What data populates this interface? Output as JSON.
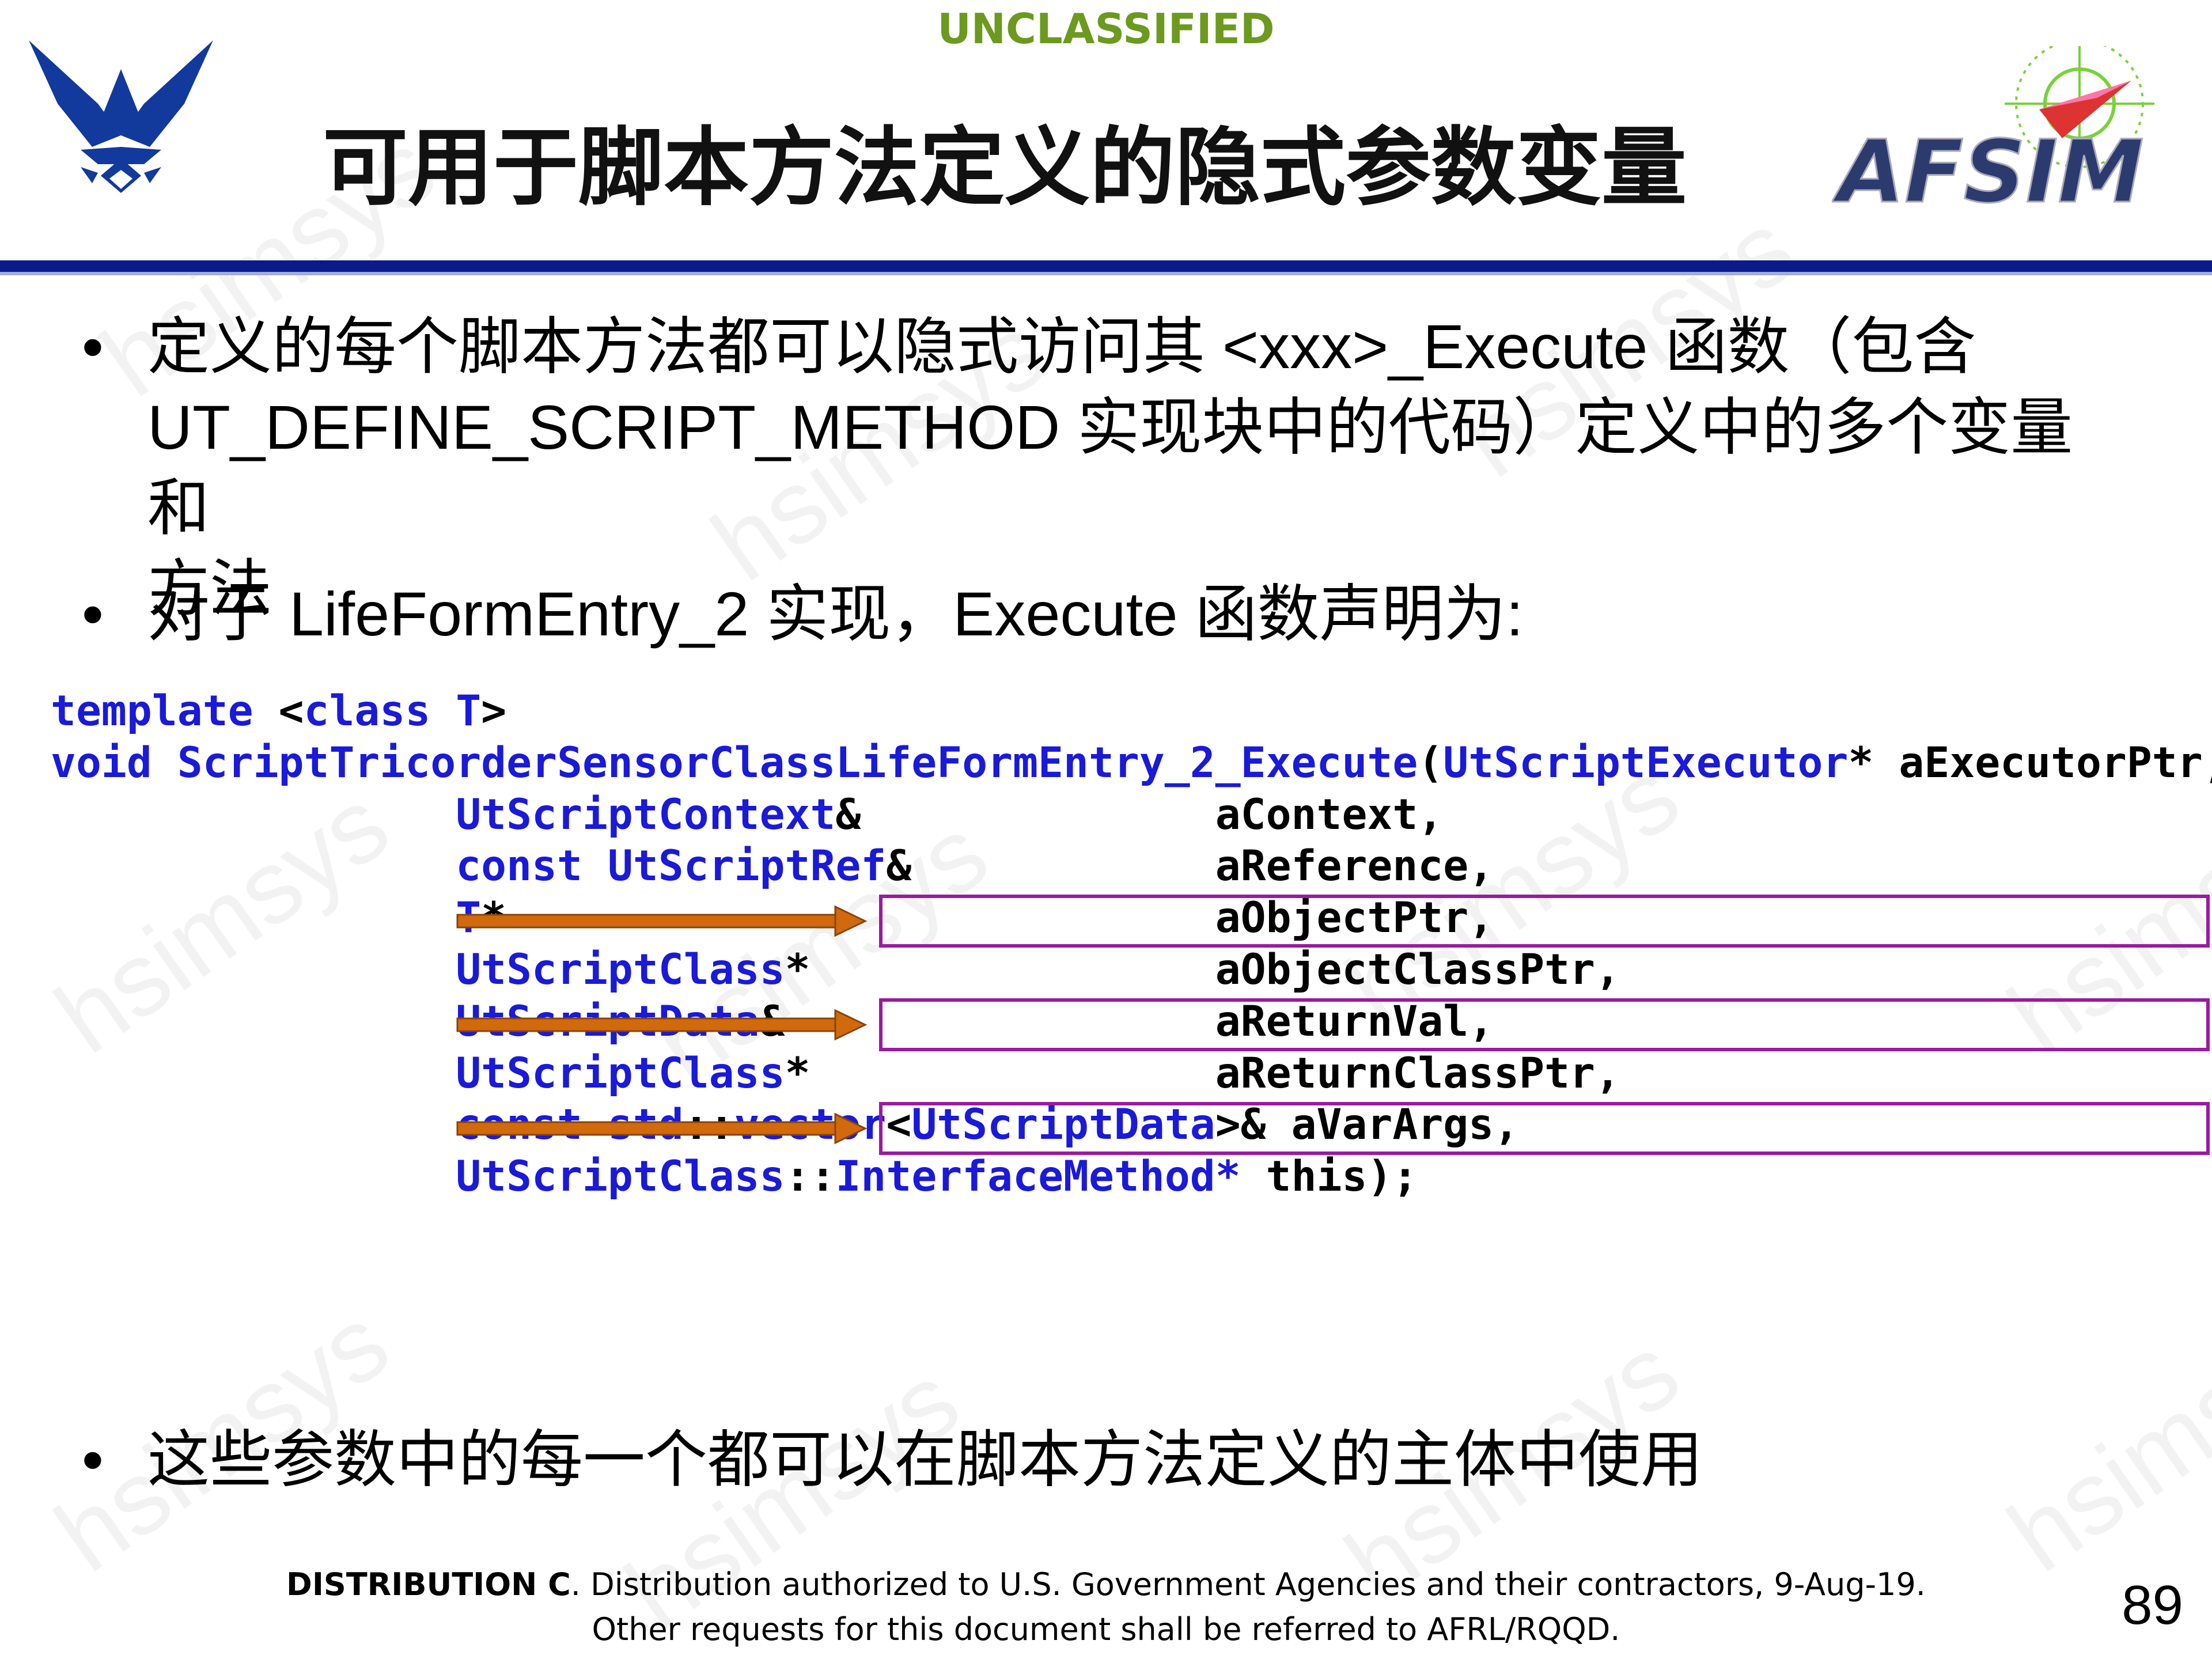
{
  "header": {
    "classification": "UNCLASSIFIED",
    "title": "可用于脚本方法定义的隐式参数变量",
    "logo_left": "air-force-wings-logo",
    "logo_right": "AFSIM"
  },
  "bullets": [
    {
      "lines": [
        "定义的每个脚本方法都可以隐式访问其 <xxx>_Execute 函数（包含",
        "UT_DEFINE_SCRIPT_METHOD 实现块中的代码）定义中的多个变量和",
        "方法"
      ]
    },
    {
      "lines": [
        "对于 LifeFormEntry_2 实现，Execute 函数声明为:"
      ]
    },
    {
      "lines": [
        "这些参数中的每一个都可以在脚本方法定义的主体中使用"
      ]
    }
  ],
  "code": {
    "line1": {
      "kw1": "template",
      "p1": " <",
      "kw2": "class",
      "p2": " ",
      "kw3": "T",
      "p3": ">"
    },
    "line2": {
      "kw": "void",
      "fn": " ScriptTricorderSensorClassLifeFormEntry_2_Execute",
      "p1": "(",
      "ty": "UtScriptExecutor",
      "p2": "* aExecutorPtr,"
    },
    "params": [
      {
        "type": "UtScriptContext",
        "suffix": "&",
        "name": "aContext,"
      },
      {
        "type": "const UtScriptRef",
        "suffix": "&",
        "name": "aReference,"
      },
      {
        "type": "T",
        "suffix": "*",
        "name": "aObjectPtr,"
      },
      {
        "type": "UtScriptClass",
        "suffix": "*",
        "name": "aObjectClassPtr,"
      },
      {
        "type": "UtScriptData",
        "suffix": "&",
        "name": "aReturnVal,"
      },
      {
        "type": "UtScriptClass",
        "suffix": "*",
        "name": "aReturnClassPtr,"
      }
    ],
    "vararg": {
      "kw": "const std",
      "sep": "::",
      "vec": "vector",
      "lt": "<",
      "ty": "UtScriptData",
      "gt": ">& aVarArgs,"
    },
    "last": {
      "ty": "UtScriptClass",
      "sep": "::",
      "im": "InterfaceMethod*",
      "rest": " this);"
    }
  },
  "footer": {
    "bold": "DISTRIBUTION C",
    "line1": ". Distribution authorized to U.S. Government Agencies and their contractors, 9-Aug-19.",
    "line2": "Other requests for this document shall be referred to AFRL/RQQD."
  },
  "page_number": "89",
  "watermark": "hsimsys",
  "colors": {
    "classification": "#6b9a1e",
    "rule": "#0c1a8c",
    "code_keyword": "#1a1ad8",
    "highlight_box": "#9a1aa0",
    "arrow": "#d06a0c"
  }
}
